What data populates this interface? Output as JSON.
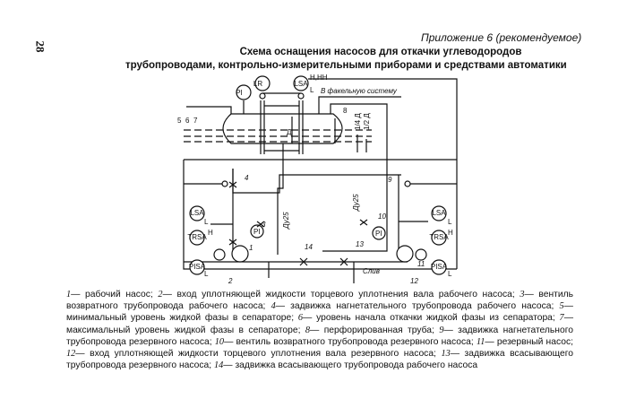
{
  "page_number": "28",
  "appendix": "Приложение 6 (рекомендуемое)",
  "title_line1": "Схема оснащения насосов для откачки углеводородов",
  "title_line2": "трубопроводами, контрольно-измерительными приборами  и средствами автоматики",
  "diagram": {
    "instruments": {
      "pi": "PI",
      "lr": "LR",
      "lsa": "LSA",
      "trsa": "TRSA",
      "pisa": "PISA"
    },
    "alarm_marks": {
      "h_hh": "H,HH",
      "l": "L",
      "h": "H"
    },
    "flare_label": "В факельную систему",
    "level_labels": {
      "quarter": "1/4 Д",
      "half": "1/2 Д",
      "d": "Д"
    },
    "pipe_size": "Ду25",
    "drain": "Слив",
    "numbers": [
      "1",
      "2",
      "3",
      "4",
      "5",
      "6",
      "7",
      "8",
      "9",
      "10",
      "11",
      "12",
      "13",
      "14"
    ]
  },
  "legend": [
    {
      "n": "1",
      "t": "— рабочий насос;"
    },
    {
      "n": "2",
      "t": "— вход уплотняющей жидкости торцевого уплотнения вала рабочего насоса;"
    },
    {
      "n": "3",
      "t": "— вентиль возвратного трубопровода рабочего насоса;"
    },
    {
      "n": "4",
      "t": "— задвижка нагнетательного трубопровода рабочего насоса;"
    },
    {
      "n": "5",
      "t": "— минимальный уровень жидкой фазы в сепараторе;"
    },
    {
      "n": "6",
      "t": "— уровень начала откачки жидкой фазы из сепаратора;"
    },
    {
      "n": "7",
      "t": "— максимальный уровень жидкой фазы в сепараторе;"
    },
    {
      "n": "8",
      "t": "— перфорированная труба;"
    },
    {
      "n": "9",
      "t": "— задвижка нагнетательного трубопровода резервного насоса;"
    },
    {
      "n": "10",
      "t": "— вентиль возвратного трубопровода резервного насоса;"
    },
    {
      "n": "11",
      "t": "— резервный насос;"
    },
    {
      "n": "12",
      "t": "— вход уплотняющей жидкости торцевого уплотнения вала резервного насоса;"
    },
    {
      "n": "13",
      "t": "— задвижка всасывающего трубопровода резервного насоса;"
    },
    {
      "n": "14",
      "t": "— задвижка всасывающего трубопровода рабочего насоса"
    }
  ]
}
